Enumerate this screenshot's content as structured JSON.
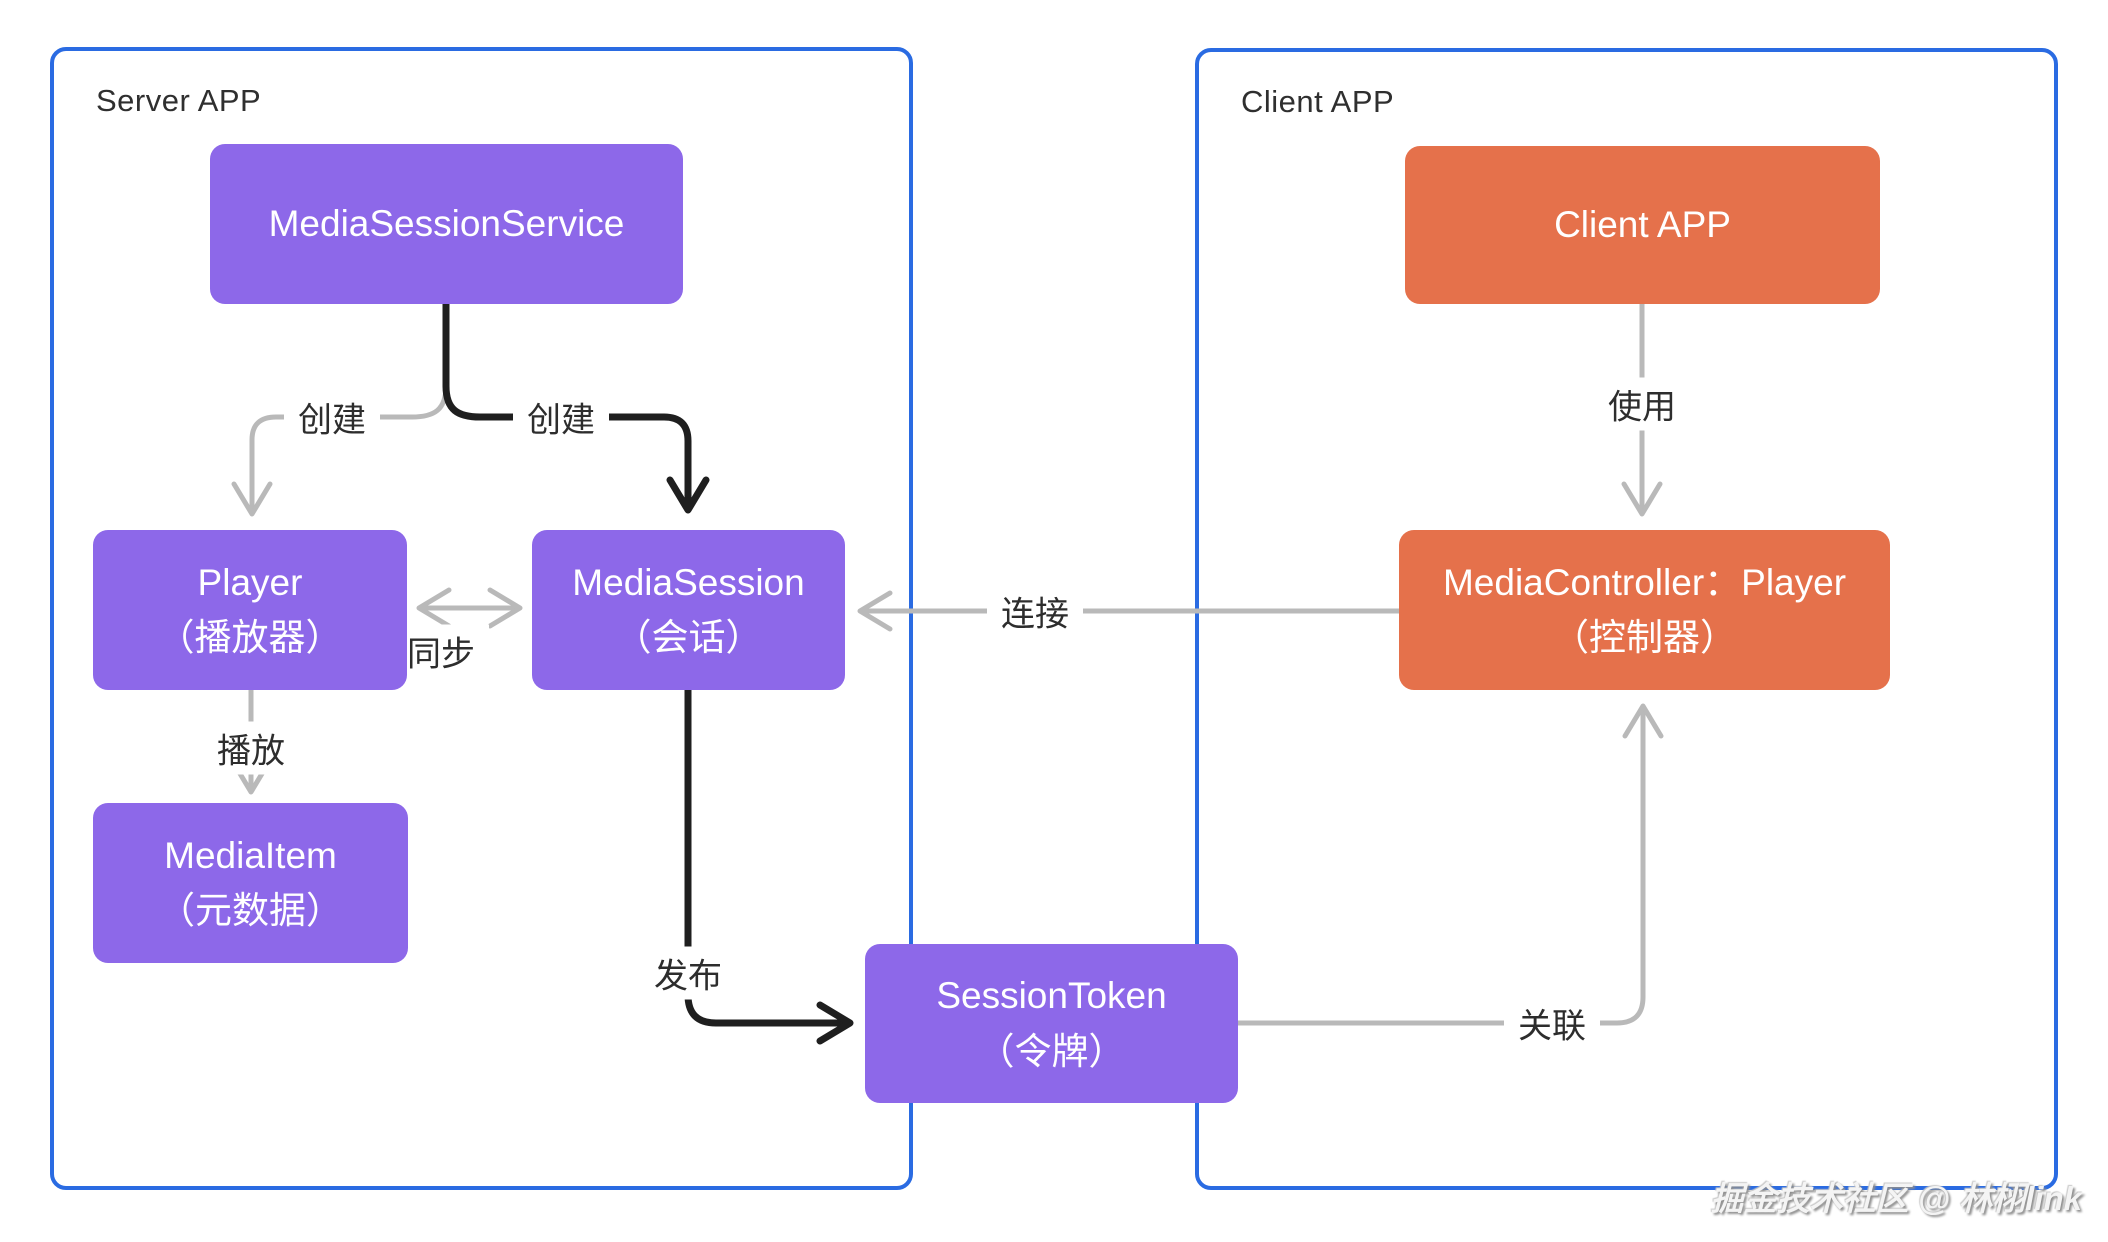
{
  "watermark": "掘金技术社区 @ 林栩link",
  "colors": {
    "container_border": "#2a6be2",
    "node_purple": "#8d68e9",
    "node_orange": "#e5714b",
    "arrow_gray": "#b9b9b9",
    "arrow_black": "#1f1f1f",
    "label_text": "#2d2d2d"
  },
  "containers": {
    "server": {
      "label": "Server APP"
    },
    "client": {
      "label": "Client APP"
    }
  },
  "nodes": {
    "media_session_service": {
      "title": "MediaSessionService",
      "subtitle": ""
    },
    "player": {
      "title": "Player",
      "subtitle": "（播放器）"
    },
    "media_session": {
      "title": "MediaSession",
      "subtitle": "（会话）"
    },
    "media_item": {
      "title": "MediaItem",
      "subtitle": "（元数据）"
    },
    "session_token": {
      "title": "SessionToken",
      "subtitle": "（令牌）"
    },
    "client_app": {
      "title": "Client APP",
      "subtitle": ""
    },
    "media_controller": {
      "title": "MediaController：Player",
      "subtitle": "（控制器）"
    }
  },
  "edges": {
    "create_player": {
      "label": "创建"
    },
    "create_session": {
      "label": "创建"
    },
    "sync": {
      "label": "同步"
    },
    "play": {
      "label": "播放"
    },
    "publish": {
      "label": "发布"
    },
    "use": {
      "label": "使用"
    },
    "connect": {
      "label": "连接"
    },
    "associate": {
      "label": "关联"
    }
  }
}
